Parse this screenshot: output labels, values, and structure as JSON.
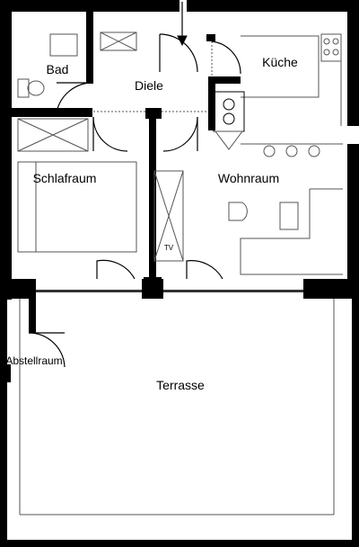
{
  "rooms": {
    "bad": "Bad",
    "diele": "Diele",
    "kueche": "Küche",
    "schlafraum": "Schlafraum",
    "wohnraum": "Wohnraum",
    "abstellraum": "Abstellraum",
    "terrasse": "Terrasse"
  },
  "furniture": {
    "tv": "TV"
  },
  "colors": {
    "wall": "#000000",
    "line": "#555555",
    "background": "#ffffff"
  }
}
